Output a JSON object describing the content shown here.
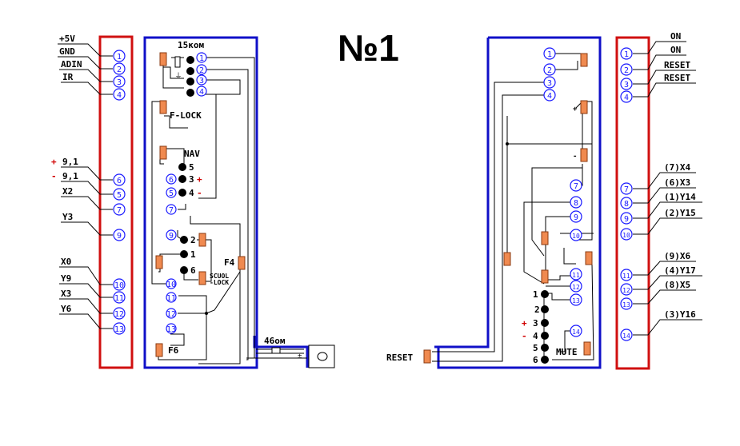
{
  "title": "№1",
  "left_connector": {
    "labels": [
      "+5V",
      "GND",
      "ADIN",
      "IR",
      "9,1",
      "9,1",
      "X2",
      "Y3",
      "X0",
      "Y9",
      "X3",
      "Y6"
    ],
    "plus": "+",
    "minus": "-",
    "pins": [
      "1",
      "2",
      "3",
      "4",
      "6",
      "5",
      "7",
      "9",
      "10",
      "11",
      "12",
      "13"
    ]
  },
  "left_board": {
    "resistor_label": "15ком",
    "top_pins": [
      "1",
      "2",
      "3",
      "4"
    ],
    "ground_symbol": "⏚",
    "f_lock": "F-LOCK",
    "nav": "NAV",
    "nav_pins": [
      "5",
      "3",
      "4"
    ],
    "nav_circ": [
      "6",
      "5",
      "7"
    ],
    "nav_plus": "+",
    "nav_minus": "-",
    "mid_pins": [
      "2",
      "1",
      "6"
    ],
    "mid_circ": [
      "9",
      "10",
      "11",
      "12",
      "13"
    ],
    "scuol_lock": [
      "SCUOL",
      "-LOCK"
    ],
    "f4": "F4",
    "f6": "F6",
    "res2_label": "46ом",
    "res2_sign": "±"
  },
  "right_board": {
    "top_circ": [
      "1",
      "2",
      "3",
      "4"
    ],
    "plus": "+",
    "minus": "-",
    "circ_right": [
      "7",
      "8",
      "9",
      "10",
      "11",
      "12",
      "13",
      "14"
    ],
    "bottom_pins": [
      "1",
      "2",
      "3",
      "4",
      "5",
      "6"
    ],
    "red_plus": "+",
    "red_minus": "-",
    "mute": "MUTE",
    "reset": "RESET"
  },
  "right_connector": {
    "pins": [
      "1",
      "2",
      "3",
      "4",
      "7",
      "8",
      "9",
      "10",
      "11",
      "12",
      "13",
      "14"
    ],
    "labels": [
      "ON",
      "ON",
      "RESET",
      "RESET",
      "(7)X4",
      "(6)X3",
      "(1)Y14",
      "(2)Y15",
      "(9)X6",
      "(4)Y17",
      "(8)X5",
      "(3)Y16"
    ]
  },
  "colors": {
    "connector": "#d01010",
    "board": "#1010c8",
    "pin_circle": "#1a1aff",
    "switch": "#f08a50"
  }
}
